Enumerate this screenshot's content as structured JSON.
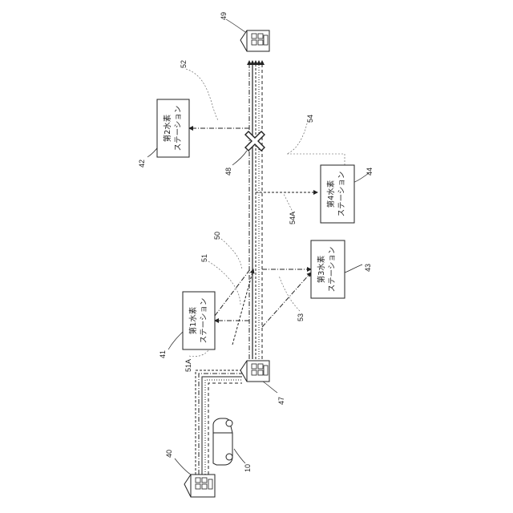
{
  "diagram": {
    "stations": [
      {
        "id": "s1",
        "lines": [
          "第1水素",
          "ステーション"
        ]
      },
      {
        "id": "s2",
        "lines": [
          "第2水素",
          "ステーション"
        ]
      },
      {
        "id": "s3",
        "lines": [
          "第3水素",
          "ステーション"
        ]
      },
      {
        "id": "s4",
        "lines": [
          "第4水素",
          "ステーション"
        ]
      }
    ],
    "reference_numbers": {
      "r10": "10",
      "r40": "40",
      "r41": "41",
      "r42": "42",
      "r43": "43",
      "r44": "44",
      "r47": "47",
      "r48": "48",
      "r49": "49",
      "r50": "50",
      "r51": "51",
      "r51a": "51A",
      "r52": "52",
      "r53": "53",
      "r54": "54",
      "r54a": "54A"
    }
  }
}
